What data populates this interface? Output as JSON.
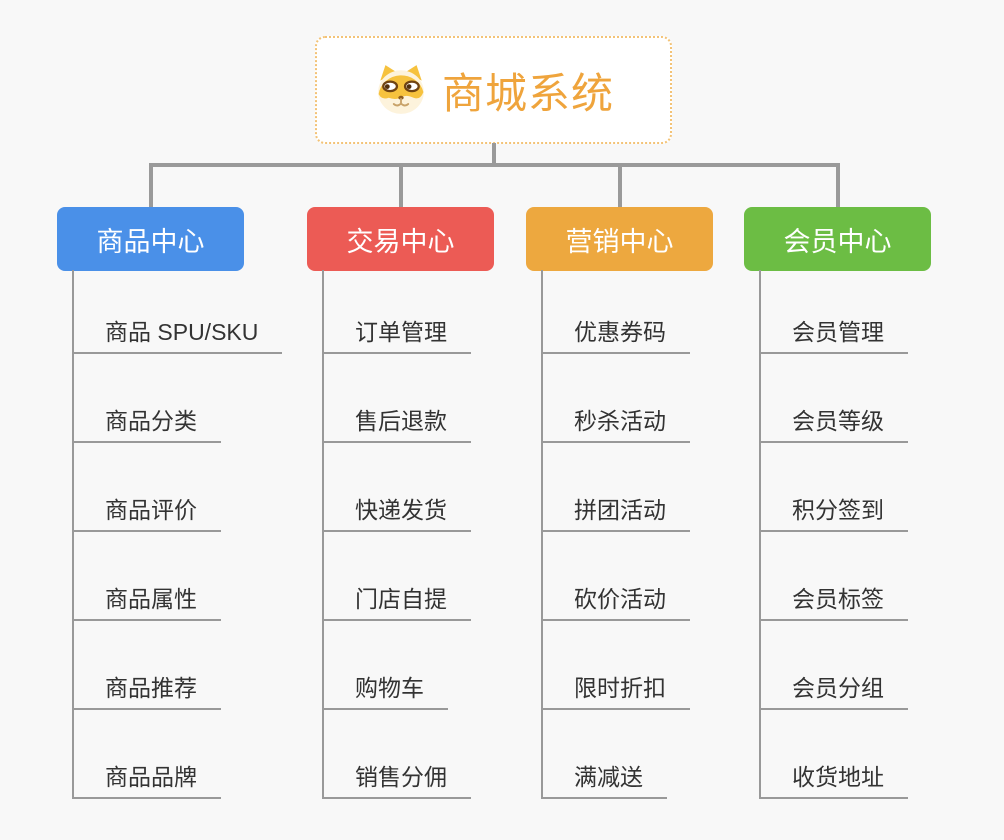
{
  "root": {
    "title": "商城系统",
    "icon": "dog-face-icon",
    "title_color": "#efa43c",
    "border_color": "#f3c377",
    "background": "#ffffff"
  },
  "branches": [
    {
      "label": "商品中心",
      "color": "#4a90e8",
      "children": [
        "商品 SPU/SKU",
        "商品分类",
        "商品评价",
        "商品属性",
        "商品推荐",
        "商品品牌"
      ]
    },
    {
      "label": "交易中心",
      "color": "#ec5b55",
      "children": [
        "订单管理",
        "售后退款",
        "快递发货",
        "门店自提",
        "购物车",
        "销售分佣"
      ]
    },
    {
      "label": "营销中心",
      "color": "#eda83f",
      "children": [
        "优惠券码",
        "秒杀活动",
        "拼团活动",
        "砍价活动",
        "限时折扣",
        "满减送"
      ]
    },
    {
      "label": "会员中心",
      "color": "#6cbd44",
      "children": [
        "会员管理",
        "会员等级",
        "积分签到",
        "会员标签",
        "会员分组",
        "收货地址"
      ]
    }
  ],
  "style": {
    "connector_color": "#9a9a9a",
    "line_color": "#999999",
    "text_color": "#333333",
    "canvas_background": "#f8f8f8"
  }
}
